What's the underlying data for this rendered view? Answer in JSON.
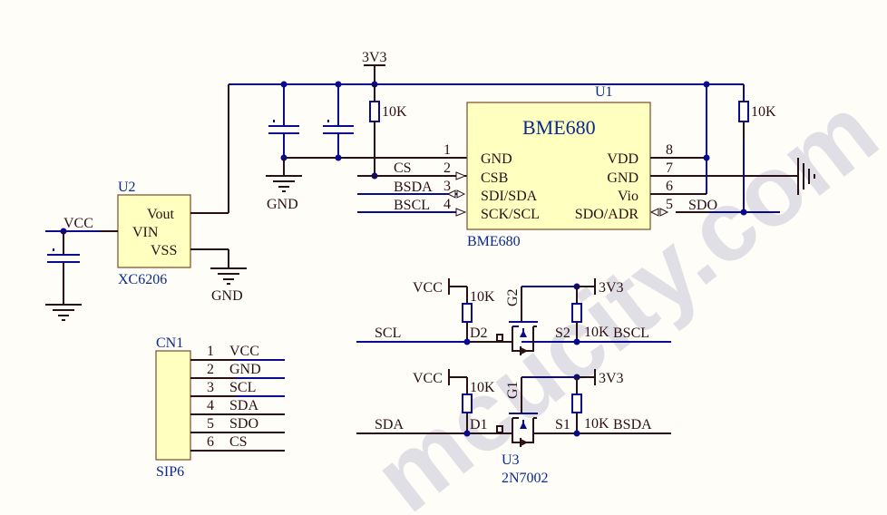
{
  "watermark": "mcucity.com",
  "nets": {
    "v3v3": "3V3",
    "vcc": "VCC",
    "gnd": "GND",
    "cs": "CS",
    "bsda": "BSDA",
    "bscl": "BSCL",
    "sdo": "SDO",
    "scl": "SCL",
    "sda": "SDA"
  },
  "u1": {
    "ref": "U1",
    "title": "BME680",
    "part": "BME680",
    "left_pins": [
      {
        "num": "1",
        "name": "GND"
      },
      {
        "num": "2",
        "name": "CSB"
      },
      {
        "num": "3",
        "name": "SDI/SDA"
      },
      {
        "num": "4",
        "name": "SCK/SCL"
      }
    ],
    "right_pins": [
      {
        "num": "8",
        "name": "VDD"
      },
      {
        "num": "7",
        "name": "GND"
      },
      {
        "num": "6",
        "name": "Vio"
      },
      {
        "num": "5",
        "name": "SDO/ADR"
      }
    ]
  },
  "u2": {
    "ref": "U2",
    "part": "XC6206",
    "pins": {
      "vout": "Vout",
      "vin": "VIN",
      "vss": "VSS"
    }
  },
  "cn1": {
    "ref": "CN1",
    "part": "SIP6",
    "pins": [
      {
        "num": "1",
        "name": "VCC"
      },
      {
        "num": "2",
        "name": "GND"
      },
      {
        "num": "3",
        "name": "SCL"
      },
      {
        "num": "4",
        "name": "SDA"
      },
      {
        "num": "5",
        "name": "SDO"
      },
      {
        "num": "6",
        "name": "CS"
      }
    ]
  },
  "u3": {
    "ref": "U3",
    "part": "2N7002",
    "ch2": {
      "gate": "G2",
      "drain": "D2",
      "source": "S2"
    },
    "ch1": {
      "gate": "G1",
      "drain": "D1",
      "source": "S1"
    }
  },
  "resistors": {
    "r_cs": "10K",
    "r_sdo": "10K",
    "r_scl_lv": "10K",
    "r_scl_hv": "10K",
    "r_sda_lv": "10K",
    "r_sda_hv": "10K"
  }
}
